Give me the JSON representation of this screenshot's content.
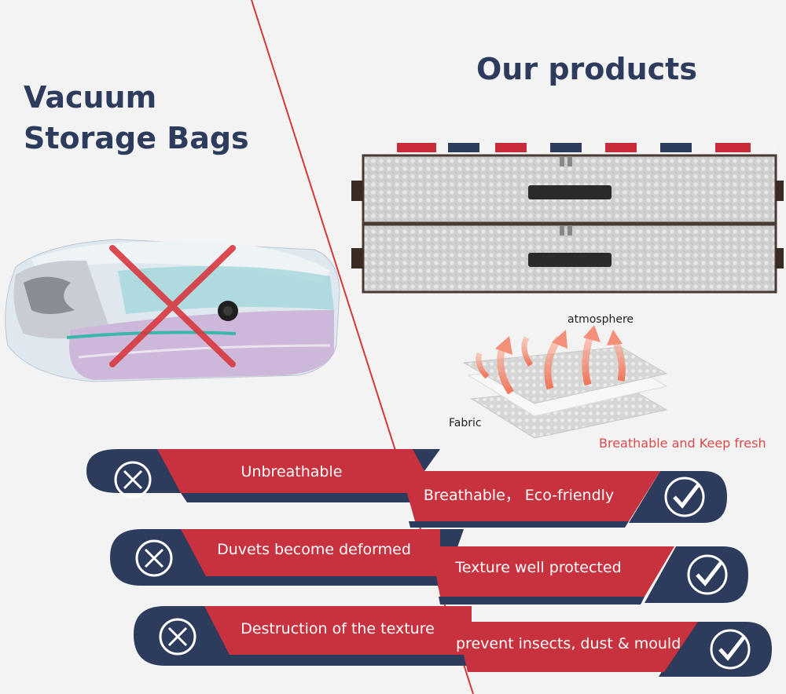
{
  "left": {
    "title_line1": "Vacuum",
    "title_line2": "Storage Bags",
    "cons": [
      "Unbreathable",
      "Duvets become deformed",
      "Destruction of the texture"
    ]
  },
  "right": {
    "title": "Our products",
    "label_atmosphere": "atmosphere",
    "label_fabric": "Fabric",
    "label_breathable": "Breathable and Keep fresh",
    "pros": [
      "Breathable， Eco-friendly",
      "Texture well protected",
      "prevent insects, dust & mould"
    ]
  },
  "colors": {
    "navy": "#2d3b5c",
    "red": "#c8323e",
    "background": "#f3f3f3",
    "divider": "#d23a3a"
  },
  "icons": [
    "cross-icon",
    "check-icon"
  ]
}
